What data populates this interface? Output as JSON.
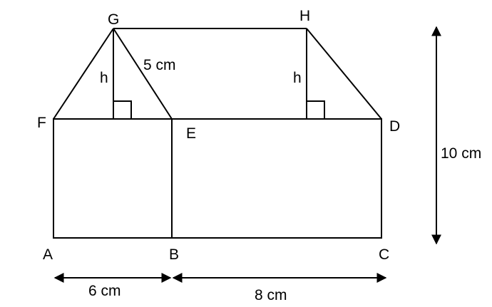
{
  "colors": {
    "stroke": "#000000",
    "background": "#ffffff"
  },
  "points": {
    "A": "A",
    "B": "B",
    "C": "C",
    "D": "D",
    "E": "E",
    "F": "F",
    "G": "G",
    "H": "H"
  },
  "labels": {
    "slant": "5 cm",
    "height_left": "h",
    "height_right": "h",
    "total_height": "10 cm",
    "width_left": "6 cm",
    "width_right": "8 cm"
  }
}
